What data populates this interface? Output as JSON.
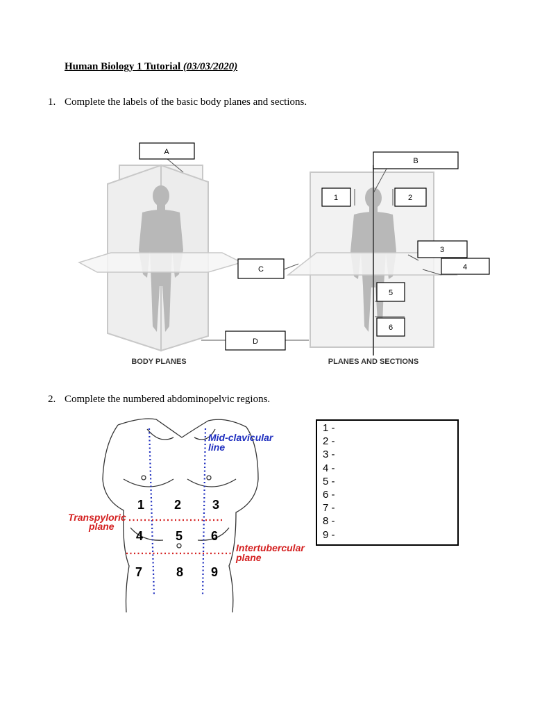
{
  "heading": {
    "title": "Human Biology 1 Tutorial",
    "date": "(03/03/2020)"
  },
  "question1": {
    "number": "1.",
    "text": "Complete the labels of the basic body planes and sections.",
    "figure": {
      "left_caption": "BODY PLANES",
      "right_caption": "PLANES AND SECTIONS",
      "box_labels": {
        "A": "A",
        "B": "B",
        "C": "C",
        "D": "D",
        "n1": "1",
        "n2": "2",
        "n3": "3",
        "n4": "4",
        "n5": "5",
        "n6": "6"
      }
    }
  },
  "question2": {
    "number": "2.",
    "text": "Complete the numbered abdominopelvic regions.",
    "figure": {
      "midclavicular_label_1": "Mid-clavicular",
      "midclavicular_label_2": "line",
      "transpyloric_label_1": "Transpyloric",
      "transpyloric_label_2": "plane",
      "intertubercular_label_1": "Intertubercular",
      "intertubercular_label_2": "plane",
      "regions": [
        "1",
        "2",
        "3",
        "4",
        "5",
        "6",
        "7",
        "8",
        "9"
      ],
      "colors": {
        "vertical_line": "#1f2fbf",
        "horizontal_line": "#d42020"
      }
    },
    "answer_list": [
      "1 -",
      "2 -",
      "3 -",
      "4 -",
      "5 -",
      "6 -",
      "7 -",
      "8 -",
      "9 -"
    ]
  }
}
